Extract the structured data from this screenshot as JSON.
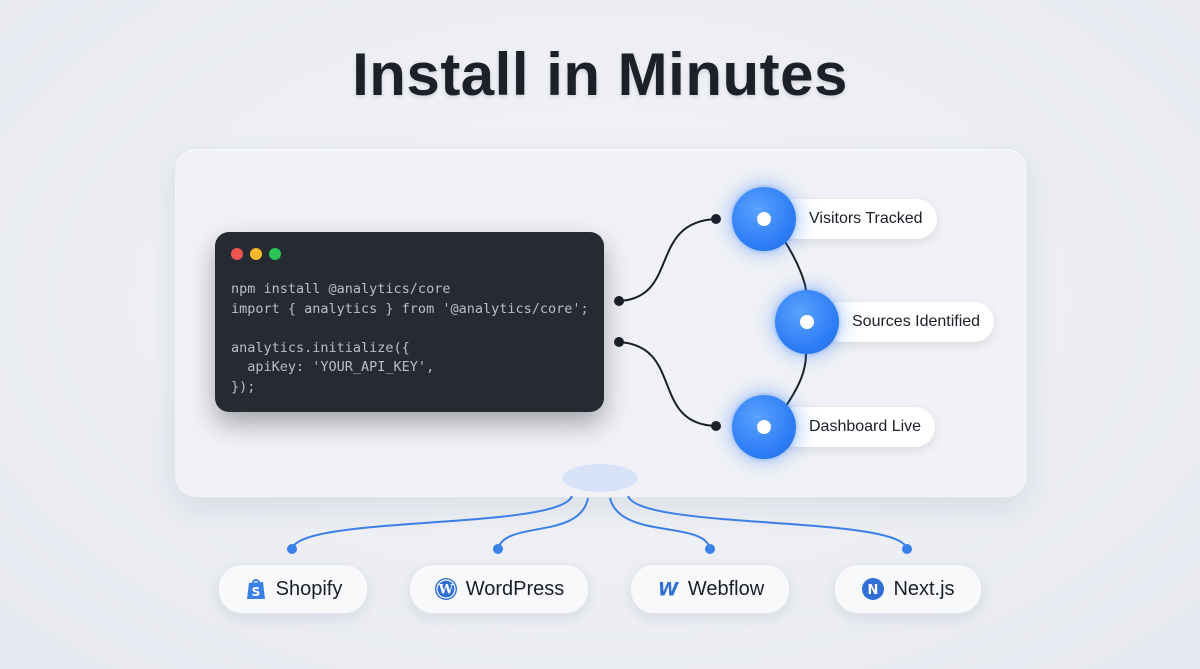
{
  "title": "Install in Minutes",
  "terminal": {
    "lines": [
      "npm install @analytics/core",
      "import { analytics } from '@analytics/core';",
      "",
      "analytics.initialize({",
      "  apiKey: 'YOUR_API_KEY',",
      "});"
    ],
    "window_dots": [
      "#ef5350",
      "#f6b92b",
      "#29c455"
    ]
  },
  "outcomes": [
    {
      "label": "Visitors Tracked"
    },
    {
      "label": "Sources Identified"
    },
    {
      "label": "Dashboard Live"
    }
  ],
  "platforms": [
    {
      "label": "Shopify",
      "icon": "shopify-icon"
    },
    {
      "label": "WordPress",
      "icon": "wordpress-icon"
    },
    {
      "label": "Webflow",
      "icon": "webflow-icon"
    },
    {
      "label": "Next.js",
      "icon": "nextjs-icon"
    }
  ],
  "colors": {
    "accent": "#2f7ef5",
    "terminal_bg": "#262a32",
    "title": "#1c2028"
  }
}
